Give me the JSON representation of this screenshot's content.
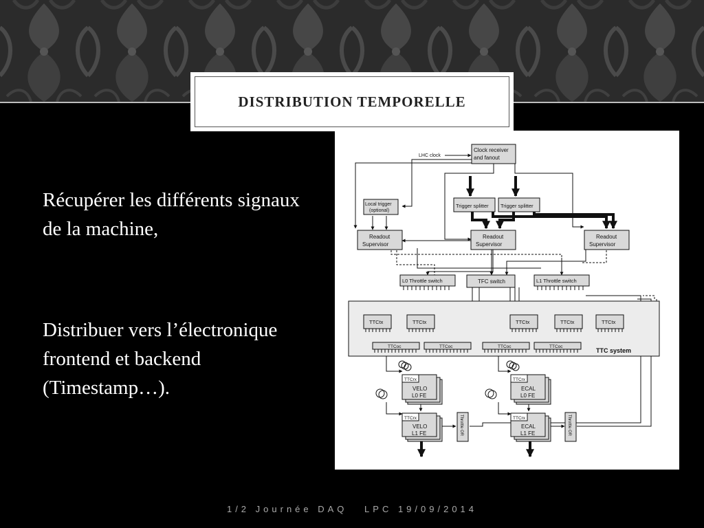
{
  "slide": {
    "title": "Distribution temporelle",
    "paragraphs": [
      "Récupérer les différents signaux de la machine,",
      "Distribuer vers l’électronique frontend et backend (Timestamp…)."
    ],
    "footer": {
      "left": "1/2 Journée DAQ",
      "right": "LPC 19/09/2014"
    }
  },
  "diagram": {
    "labels": {
      "lhc_clock": "LHC clock",
      "clock_receiver": [
        "Clock receiver",
        "and fanout"
      ],
      "local_trigger": [
        "Local trigger",
        "(optional)"
      ],
      "trigger_splitter": "Trigger splitter",
      "l0": "L0",
      "l1": "L1",
      "readout_supervisor": [
        "Readout",
        "Supervisor"
      ],
      "l0_throttle": "L0 Throttle switch",
      "tfc_switch": "TFC switch",
      "l1_throttle": "L1 Throttle switch",
      "ttctx": "TTCtx",
      "ttcoc": "TTCoc",
      "ttc_system": "TTC system",
      "ttcrx": "TTCrx",
      "velo_l0": [
        "VELO",
        "L0 FE"
      ],
      "ecal_l0": [
        "ECAL",
        "L0 FE"
      ],
      "velo_l1": [
        "VELO",
        "L1 FE"
      ],
      "ecal_l1": [
        "ECAL",
        "L1 FE"
      ],
      "throttle_or": "Throttle OR"
    }
  },
  "colors": {
    "background": "#000000",
    "text": "#ffffff",
    "box_fill": "#d9d9d9",
    "title_box": "#ffffff"
  }
}
